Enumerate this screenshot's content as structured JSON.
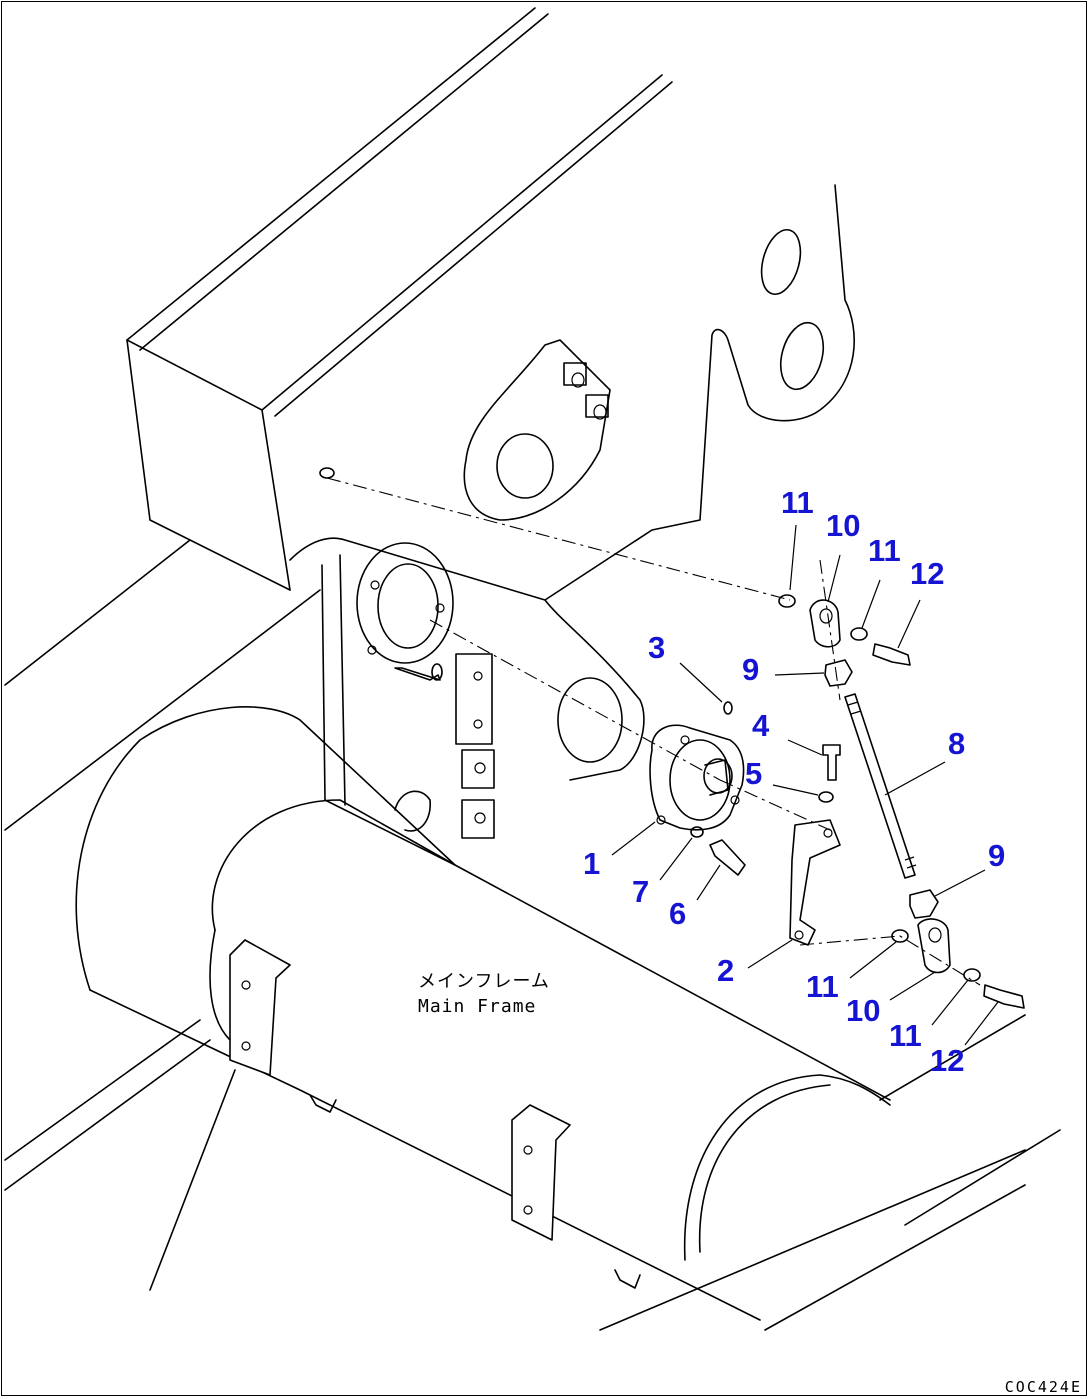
{
  "diagram": {
    "label_color": "#1414d2",
    "line_color": "#000000",
    "part_callouts": [
      {
        "id": "c11a",
        "text": "11"
      },
      {
        "id": "c10a",
        "text": "10"
      },
      {
        "id": "c11b",
        "text": "11"
      },
      {
        "id": "c12a",
        "text": "12"
      },
      {
        "id": "c3",
        "text": "3"
      },
      {
        "id": "c9a",
        "text": "9"
      },
      {
        "id": "c4",
        "text": "4"
      },
      {
        "id": "c8",
        "text": "8"
      },
      {
        "id": "c5",
        "text": "5"
      },
      {
        "id": "c1",
        "text": "1"
      },
      {
        "id": "c7",
        "text": "7"
      },
      {
        "id": "c6",
        "text": "6"
      },
      {
        "id": "c9b",
        "text": "9"
      },
      {
        "id": "c2",
        "text": "2"
      },
      {
        "id": "c11c",
        "text": "11"
      },
      {
        "id": "c10b",
        "text": "10"
      },
      {
        "id": "c11d",
        "text": "11"
      },
      {
        "id": "c12b",
        "text": "12"
      }
    ],
    "frame_label_jp": "メインフレーム",
    "frame_label_en": "Main Frame",
    "drawing_code": "COC424E"
  }
}
